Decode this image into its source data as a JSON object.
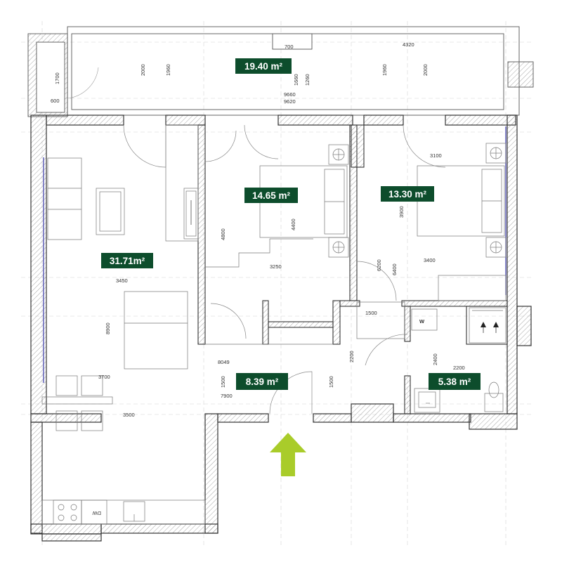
{
  "colors": {
    "label_bg": "#0d4d2c",
    "arrow": "#a9cc2a",
    "wall": "#333333",
    "hatch": "#9a9a9a"
  },
  "rooms": [
    {
      "id": "balcony",
      "area": "19.40 m²"
    },
    {
      "id": "bedroom1",
      "area": "14.65 m²"
    },
    {
      "id": "bedroom2",
      "area": "13.30 m²"
    },
    {
      "id": "living",
      "area": "31.71m²"
    },
    {
      "id": "hall",
      "area": "8.39 m²"
    },
    {
      "id": "bathroom",
      "area": "5.38 m²"
    }
  ],
  "dimensions": [
    "700",
    "4320",
    "2000",
    "1960",
    "1660",
    "1260",
    "1960",
    "2000",
    "1700",
    "600",
    "9660",
    "9620",
    "3100",
    "4800",
    "4400",
    "3900",
    "3250",
    "6200",
    "6400",
    "3400",
    "3450",
    "1500",
    "8900",
    "2200",
    "2400",
    "2200",
    "8049",
    "1500",
    "7900",
    "1500",
    "3700",
    "3500"
  ],
  "fixtures": {
    "washer": "W",
    "dishwasher": "DW"
  },
  "entrance_arrow": "entrance-arrow-icon"
}
